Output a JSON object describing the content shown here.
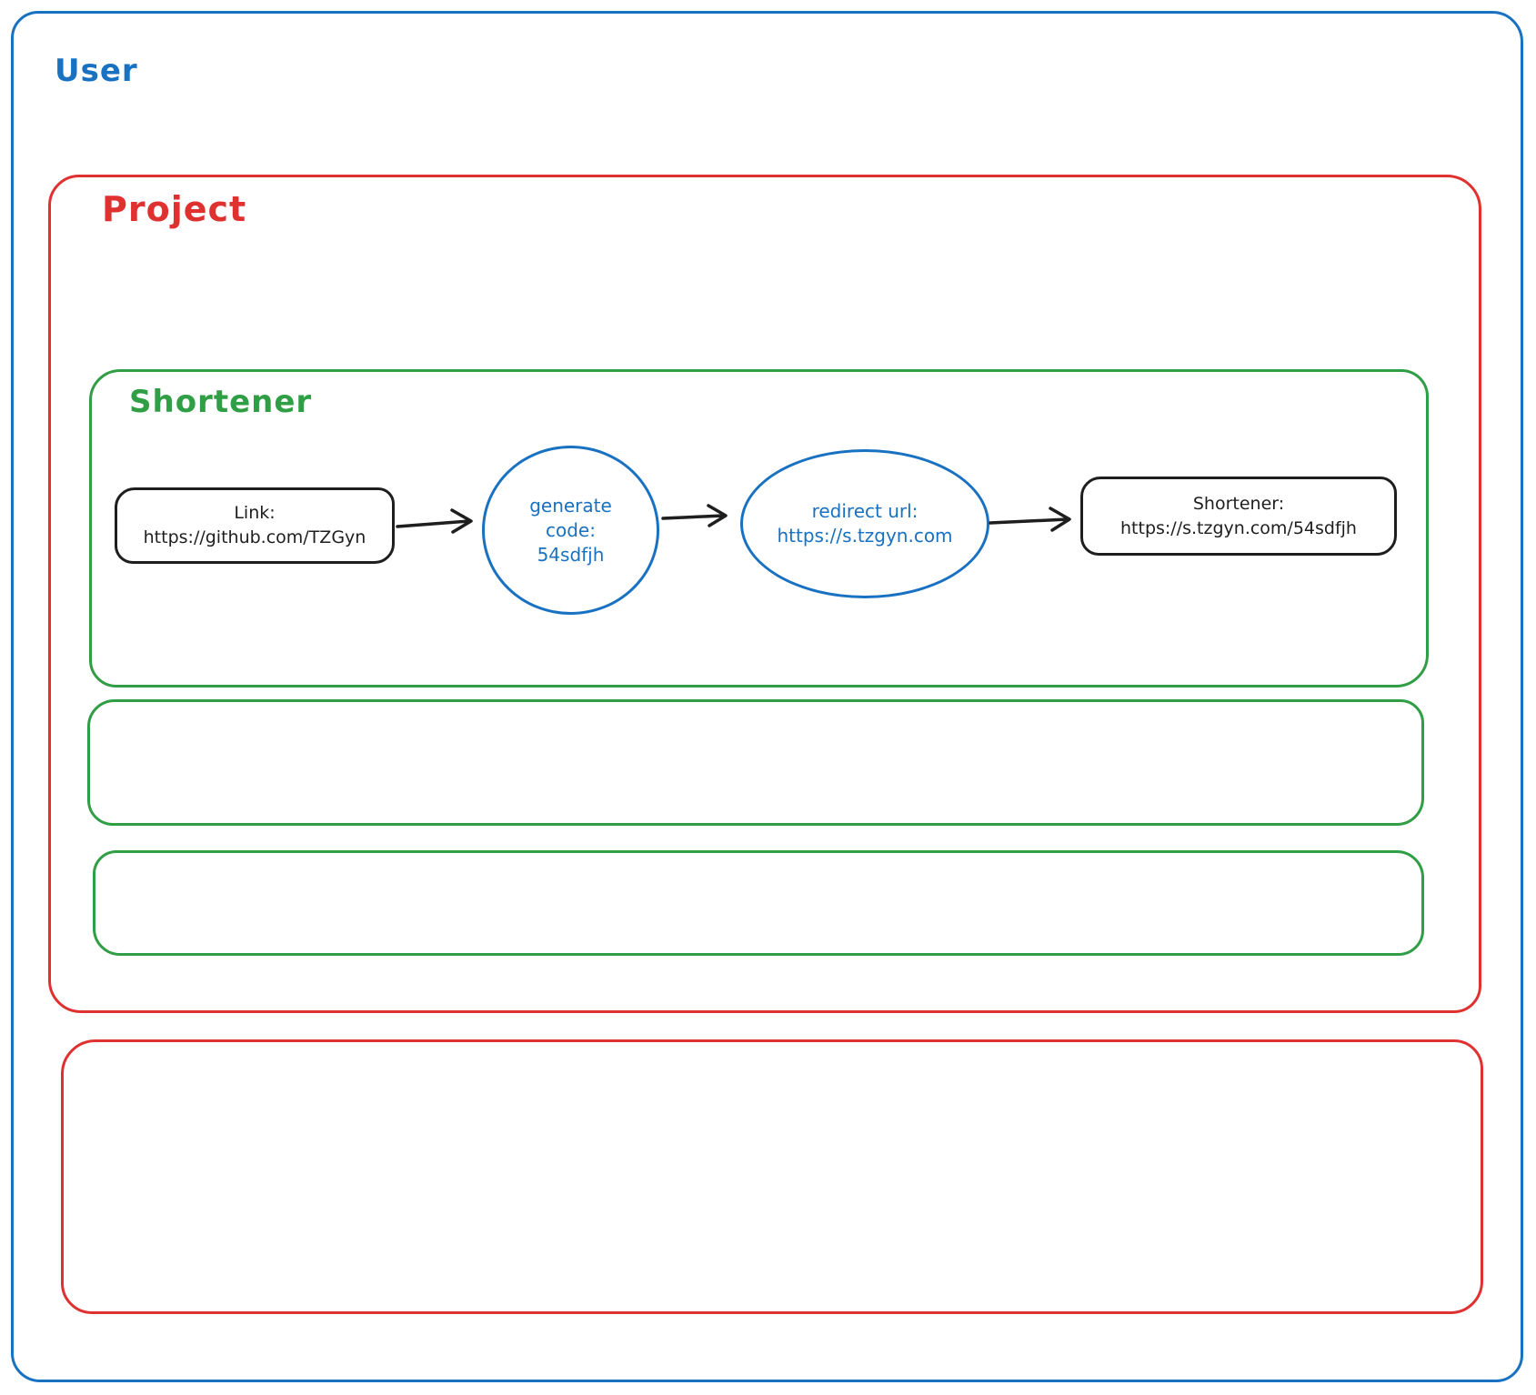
{
  "containers": {
    "user": "User",
    "project": "Project",
    "shortener": "Shortener"
  },
  "nodes": {
    "link": {
      "title": "Link:",
      "url": "https://github.com/TZGyn"
    },
    "generate_code": {
      "line1": "generate",
      "line2": "code:",
      "line3": "54sdfjh"
    },
    "redirect_url": {
      "line1": "redirect url:",
      "line2": "https://s.tzgyn.com"
    },
    "shortened": {
      "title": "Shortener:",
      "url": "https://s.tzgyn.com/54sdfjh"
    }
  },
  "colors": {
    "user_border": "#1971c2",
    "project_border": "#e03131",
    "shortener_border": "#2f9e44",
    "node_border": "#1e1e1e",
    "blue_node_stroke": "#1971c2",
    "arrow": "#1e1e1e",
    "background": "#ffffff"
  }
}
